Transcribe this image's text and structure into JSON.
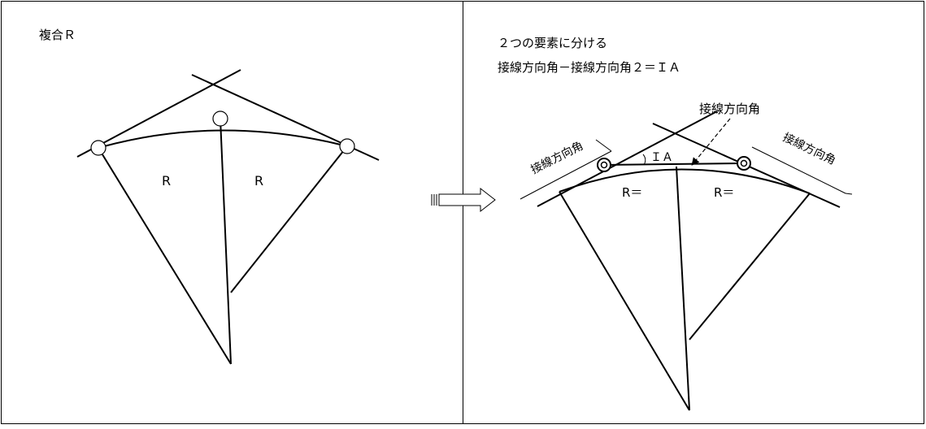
{
  "left_panel": {
    "title": "複合Ｒ",
    "radius_label_1": "R",
    "radius_label_2": "R"
  },
  "right_panel": {
    "title_line1": "２つの要素に分ける",
    "title_line2": "接線方向角－接線方向角２＝ＩＡ",
    "callout_label": "接線方向角",
    "rotated_label_left": "接線方向角",
    "rotated_label_right": "接線方向角",
    "angle_label": "ＩＡ",
    "radius_label_1": "R＝",
    "radius_label_2": "R＝"
  }
}
